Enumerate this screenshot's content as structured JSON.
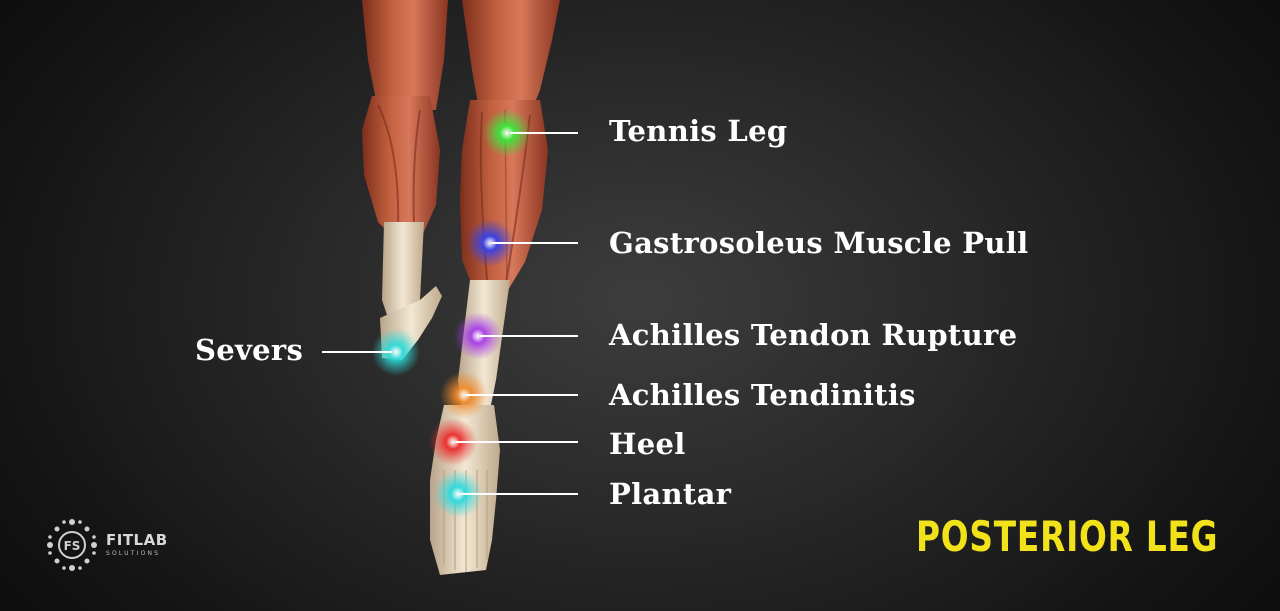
{
  "title": "POSTERIOR LEG",
  "brand": {
    "name": "FITLAB",
    "subtitle": "SOLUTIONS",
    "monogram": "FS"
  },
  "injuries": [
    {
      "id": "tennis-leg",
      "label": "Tennis Leg",
      "color": "#38e83a"
    },
    {
      "id": "gastrosoleus",
      "label": "Gastrosoleus Muscle Pull",
      "color": "#3540e8"
    },
    {
      "id": "achilles-rupture",
      "label": "Achilles Tendon Rupture",
      "color": "#a43be6"
    },
    {
      "id": "achilles-tendinitis",
      "label": "Achilles Tendinitis",
      "color": "#f08a2a"
    },
    {
      "id": "heel",
      "label": "Heel",
      "color": "#ea2b2b"
    },
    {
      "id": "plantar",
      "label": "Plantar",
      "color": "#2bd9dc"
    },
    {
      "id": "severs",
      "label": "Severs",
      "color": "#2bdad8"
    }
  ],
  "colors": {
    "title": "#f2e21a",
    "muscle": "#b8563a",
    "tendon": "#e9dcc4",
    "leader": "#ffffff"
  }
}
